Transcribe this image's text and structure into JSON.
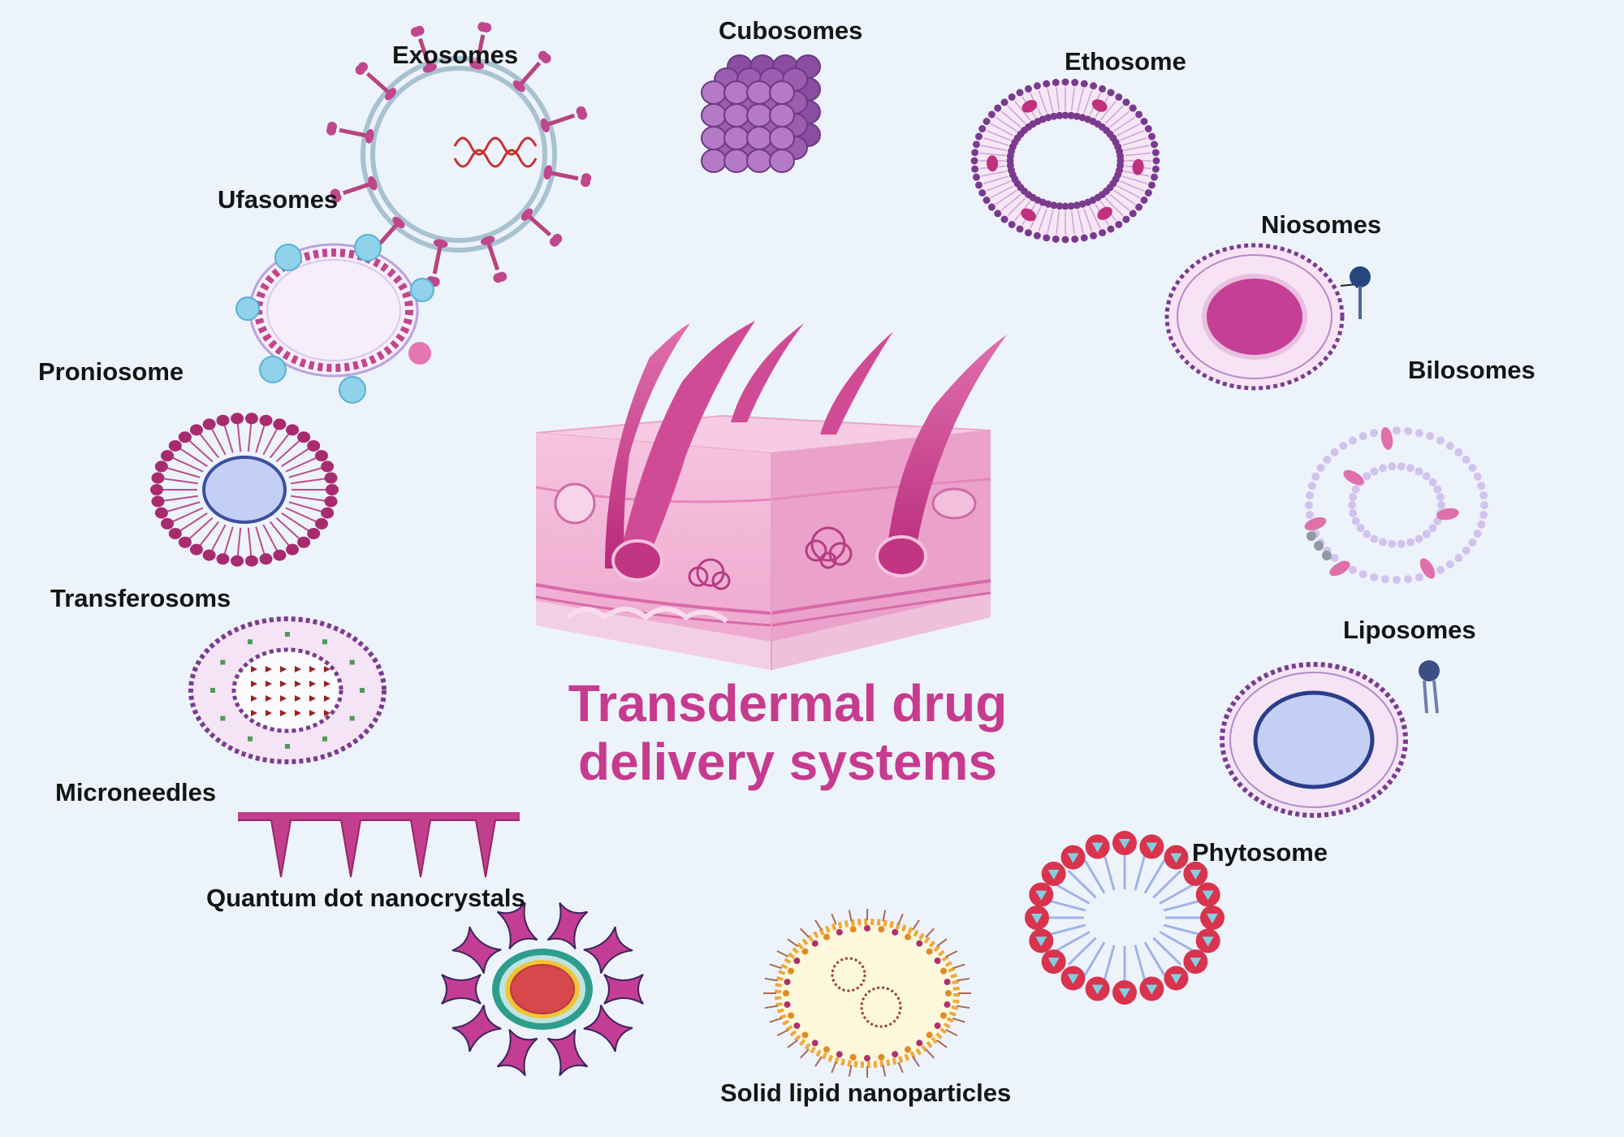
{
  "title": {
    "line1": "Transdermal drug",
    "line2": "delivery systems"
  },
  "labels": {
    "exosomes": "Exosomes",
    "cubosomes": "Cubosomes",
    "ethosome": "Ethosome",
    "ufasomes": "Ufasomes",
    "niosomes": "Niosomes",
    "proniosome": "Proniosome",
    "bilosomes": "Bilosomes",
    "transferosoms": "Transferosoms",
    "liposomes": "Liposomes",
    "microneedles": "Microneedles",
    "phytosome": "Phytosome",
    "quantum_dot": "Quantum dot nanocrystals",
    "solid_lipid": "Solid lipid nanoparticles"
  },
  "colors": {
    "background": "#edf3fb",
    "title": "#c63b8f",
    "skin": "#f0b2d4",
    "lipid_purple": "#7a3b8f",
    "lipid_magenta": "#b02c73",
    "core_blue": "#c4cff5",
    "phyto_red": "#d9334d",
    "qd_pink": "#c43d94"
  }
}
